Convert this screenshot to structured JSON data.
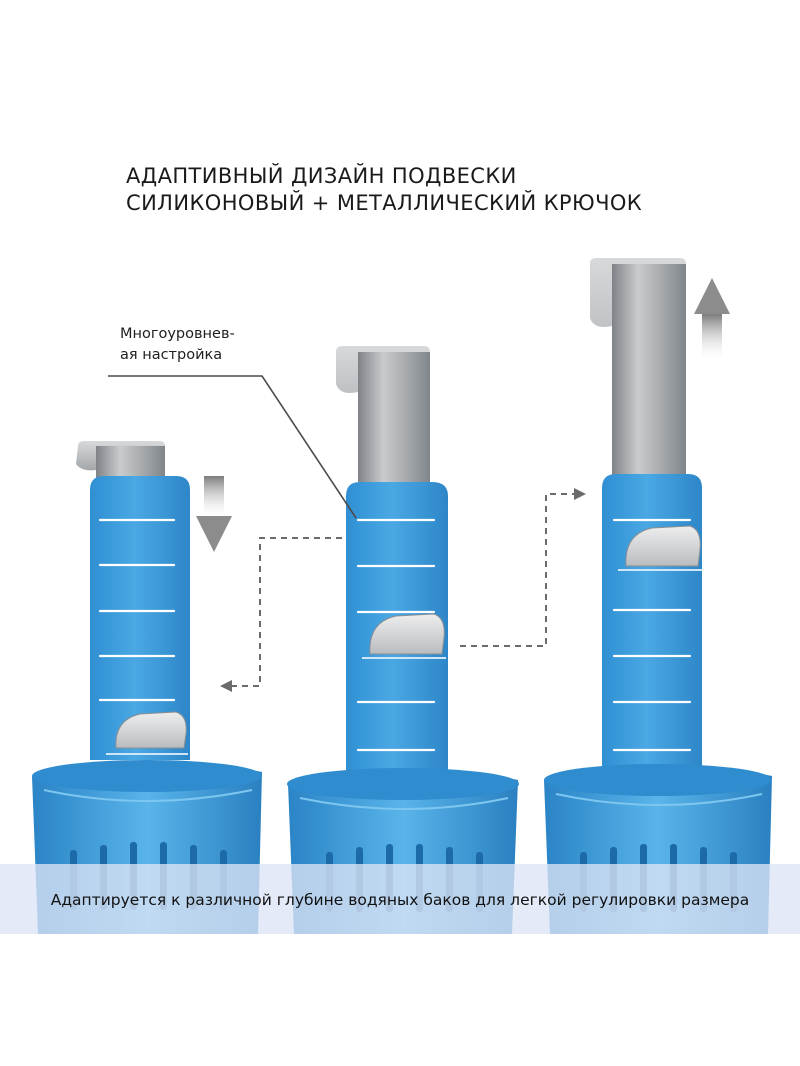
{
  "headline": {
    "line1": "АДАПТИВНЫЙ ДИЗАЙН ПОДВЕСКИ",
    "line2": "СИЛИКОНОВЫЙ + МЕТАЛЛИЧЕСКИЙ КРЮЧОК"
  },
  "callout": {
    "line1": "Многоуровнев-",
    "line2": "ая настройка"
  },
  "caption": "Адаптируется к различной глубине водяных баков для легкой регулировки размера",
  "colors": {
    "silicone_blue": "#3f9fdc",
    "metal_hook": "#a9adb0",
    "arrow_gray": "#8a8a8a",
    "caption_band": "#dce4f5"
  },
  "icons": [
    "arrow-down-icon",
    "arrow-up-icon",
    "dashed-arrow-left-icon",
    "dashed-arrow-right-icon"
  ]
}
